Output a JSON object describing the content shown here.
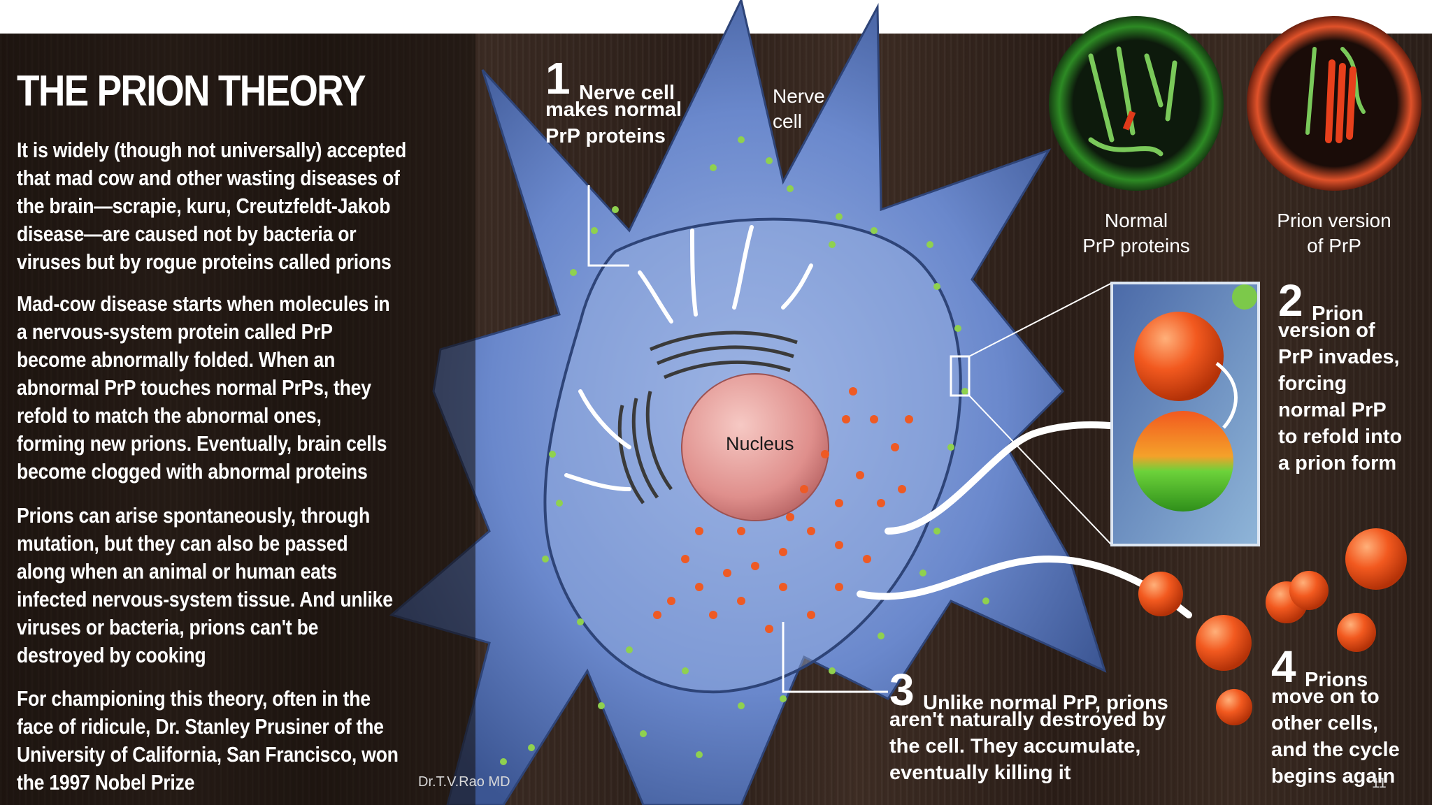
{
  "title": "THE PRION THEORY",
  "paragraphs": [
    [
      "It is widely (though not universally) accepted",
      "that mad cow and other wasting diseases of",
      "the brain—scrapie, kuru, Creutzfeldt-Jakob",
      "disease—are caused not by bacteria or",
      "viruses but by rogue proteins called prions"
    ],
    [
      "Mad-cow disease starts when molecules in",
      "a nervous-system protein called PrP",
      "become abnormally folded. When an",
      "abnormal PrP touches normal PrPs, they",
      "refold to match the abnormal ones,",
      "forming new prions. Eventually, brain cells",
      "become clogged with abnormal proteins"
    ],
    [
      "Prions can arise spontaneously, through",
      "mutation, but they can also be passed",
      "along when an animal or human eats",
      "infected nervous-system tissue. And unlike",
      "viruses or bacteria, prions can't be",
      "destroyed by cooking"
    ],
    [
      "For championing this theory, often in the",
      "face of ridicule, Dr. Stanley Prusiner of the",
      "University of California, San Francisco, won",
      "the 1997 Nobel Prize"
    ]
  ],
  "steps": {
    "s1": {
      "num": "1",
      "lines": [
        "Nerve cell",
        "makes normal",
        "PrP proteins"
      ]
    },
    "s2": {
      "num": "2",
      "lines": [
        "Prion",
        "version of",
        "PrP invades,",
        "forcing",
        "normal PrP",
        "to refold into",
        "a prion form"
      ]
    },
    "s3": {
      "num": "3",
      "lines": [
        "Unlike normal PrP, prions",
        "aren't naturally destroyed by",
        "the cell. They accumulate,",
        "eventually killing it"
      ]
    },
    "s4": {
      "num": "4",
      "lines": [
        "Prions",
        "move on to",
        "other cells,",
        "and the cycle",
        "begins again"
      ]
    }
  },
  "labels": {
    "nerve_cell": [
      "Nerve",
      "cell"
    ],
    "nucleus": "Nucleus",
    "normal_prp": [
      "Normal",
      "PrP proteins"
    ],
    "prion_prp": [
      "Prion version",
      "of PrP"
    ]
  },
  "footer": {
    "author": "Dr.T.V.Rao MD",
    "page": "11"
  },
  "colors": {
    "cell": "#5f7fc4",
    "normal_ring": "#2f8f2a",
    "prion_ring": "#d84a22",
    "prion": "#f05a22",
    "normal_protein": "#8fd14f",
    "nucleus": "#e8a0a0"
  }
}
